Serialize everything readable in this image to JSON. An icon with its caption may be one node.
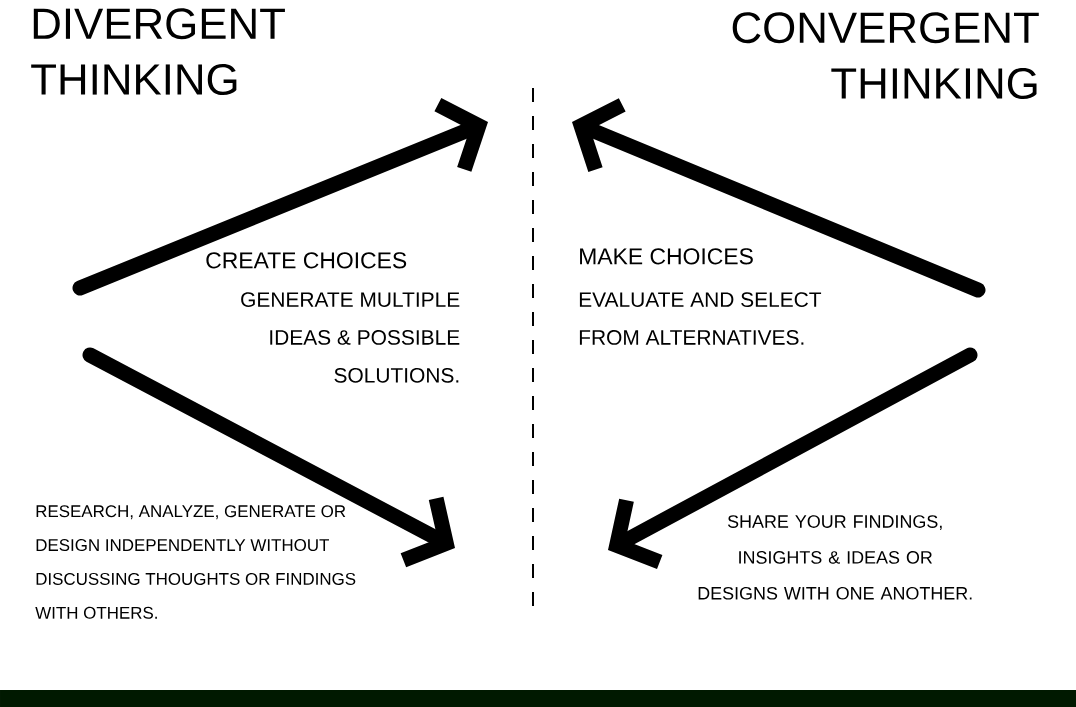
{
  "diagram": {
    "labels": [
      "DIVERGENT THINKING",
      "CONVERGENT THINKING",
      "CREATE CHOICES",
      "GENERATE MULTIPLE IDEAS & POSSIBLE SOLUTIONS.",
      "MAKE CHOICES",
      "EVALUATE AND SELECT FROM ALTERNATIVES.",
      "RESEARCH, ANALYZE, GENERATE OR DESIGN INDEPENDENTLY WITHOUT DISCUSSING THOUGHTS OR FINDINGS WITH OTHERS.",
      "SHARE YOUR FINDINGS, INSIGHTS & IDEAS OR DESIGNS WITH ONE ANOTHER."
    ]
  }
}
